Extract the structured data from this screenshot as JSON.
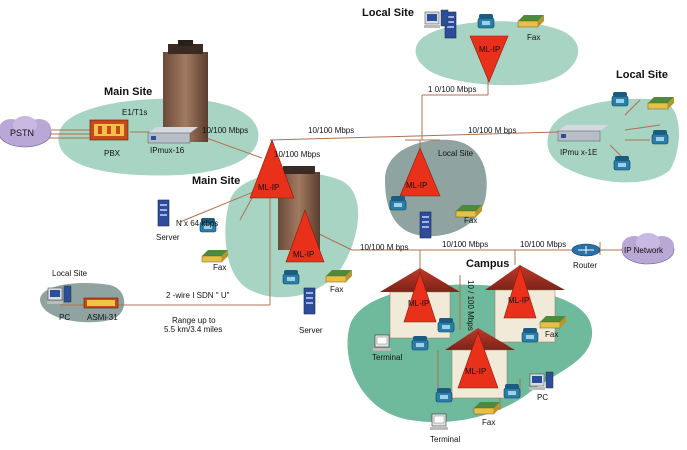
{
  "sites": {
    "main_site_top": "Main Site",
    "main_site_mid": "Main Site",
    "local_site_top": "Local Site",
    "local_site_right": "Local Site",
    "local_site_left": "Local Site",
    "local_site_center": "Local  Site",
    "campus": "Campus"
  },
  "devices": {
    "pstn": "PSTN",
    "pbx": "PBX",
    "ipmux16": "IPmux-16",
    "ipmux1e": "IPmu x-1E",
    "ml_ip": "ML-IP",
    "server": "Server",
    "fax": "Fax",
    "pc": "PC",
    "asmi31": "ASMi-31",
    "terminal": "Terminal",
    "router": "Router",
    "ip_network": "IP Network"
  },
  "links": {
    "e1t1": "E1/T1s",
    "l_10_100_a": "10/100 Mbps",
    "l_10_100_b": "10/100 Mbps",
    "l_10_100_c": "10/100 Mbps",
    "l_10_100_top": "1 0/100 Mbps",
    "l_10_100_right": "10/100 M bps",
    "l_10_100_campus_a": "10/100 M bps",
    "l_10_100_campus_b": "10/100 Mbps",
    "l_10_100_campus_c": "10/100 Mbps",
    "l_10_100_vertical": "10 / 100 Mbps",
    "nx64": "N x 64 kbps",
    "isdn": "2 -wire I SDN \" U\"",
    "range_1": "Range up to",
    "range_2": "5.5 km/3.4 miles"
  },
  "colors": {
    "blob_light": "#a8d4c4",
    "blob_dark": "#8fa4a0",
    "blob_campus": "#6fb99c",
    "ml_ip_red": "#e8301a",
    "link": "#b07050"
  }
}
